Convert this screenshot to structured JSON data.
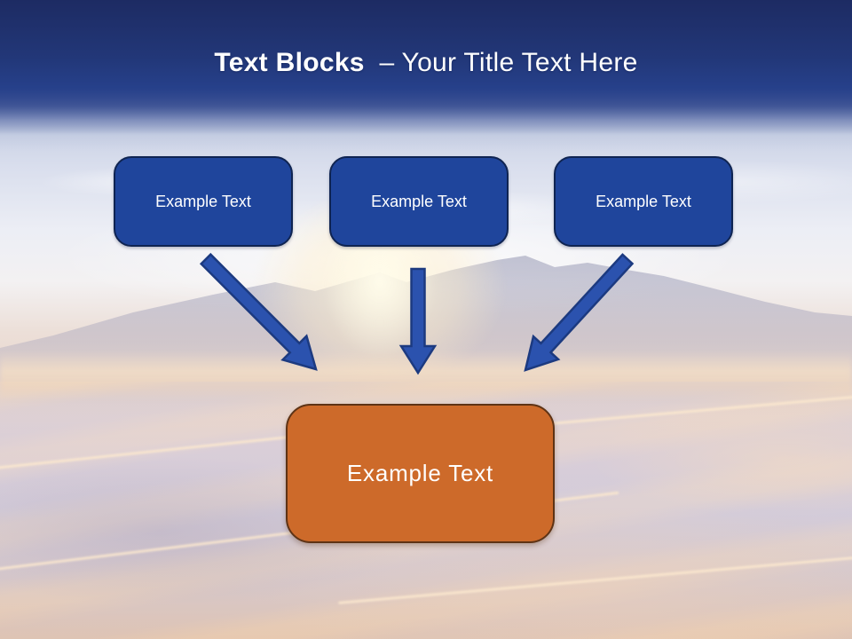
{
  "header": {
    "title_bold": "Text Blocks",
    "title_rest": "– Your Title Text Here"
  },
  "blocks": {
    "top": [
      {
        "label": "Example Text"
      },
      {
        "label": "Example Text"
      },
      {
        "label": "Example Text"
      }
    ],
    "bottom": {
      "label": "Example Text"
    }
  },
  "arrows": [
    {
      "name": "arrow-down-right"
    },
    {
      "name": "arrow-down"
    },
    {
      "name": "arrow-down-left"
    }
  ],
  "colors": {
    "header_navy": "#26408a",
    "block_blue": "#1f459c",
    "block_blue_border": "#0f2452",
    "arrow_blue": "#2b52ae",
    "arrow_blue_border": "#1c3a80",
    "accent_orange": "#cd6a2a",
    "accent_orange_border": "#5e3315",
    "text_color": "#ffffff"
  }
}
